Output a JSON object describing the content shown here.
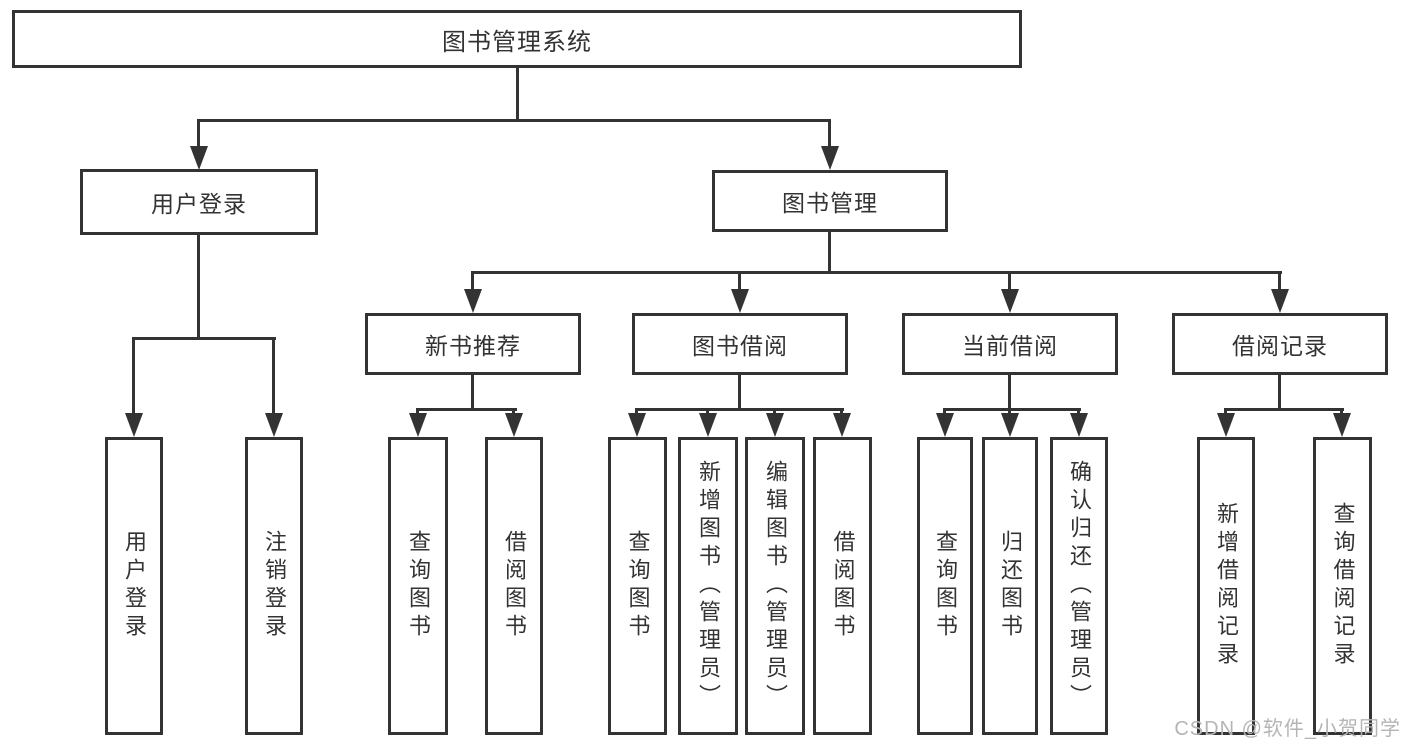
{
  "diagram": {
    "title": "图书管理系统",
    "branches": [
      {
        "label": "用户登录",
        "children": [
          {
            "label": "用户登录"
          },
          {
            "label": "注销登录"
          }
        ]
      },
      {
        "label": "图书管理",
        "children": [
          {
            "label": "新书推荐",
            "children": [
              {
                "label": "查询图书"
              },
              {
                "label": "借阅图书"
              }
            ]
          },
          {
            "label": "图书借阅",
            "children": [
              {
                "label": "查询图书"
              },
              {
                "label": "新增图书（管理员）"
              },
              {
                "label": "编辑图书（管理员）"
              },
              {
                "label": "借阅图书"
              }
            ]
          },
          {
            "label": "当前借阅",
            "children": [
              {
                "label": "查询图书"
              },
              {
                "label": "归还图书"
              },
              {
                "label": "确认归还（管理员）"
              }
            ]
          },
          {
            "label": "借阅记录",
            "children": [
              {
                "label": "新增借阅记录"
              },
              {
                "label": "查询借阅记录"
              }
            ]
          }
        ]
      }
    ]
  },
  "watermark": {
    "text": "CSDN @软件_小贺同学"
  },
  "colors": {
    "line": "#333333",
    "text": "#333333",
    "box_background": "#ffffff",
    "page_background": "#ffffff",
    "watermark": "#b5b5b5"
  }
}
